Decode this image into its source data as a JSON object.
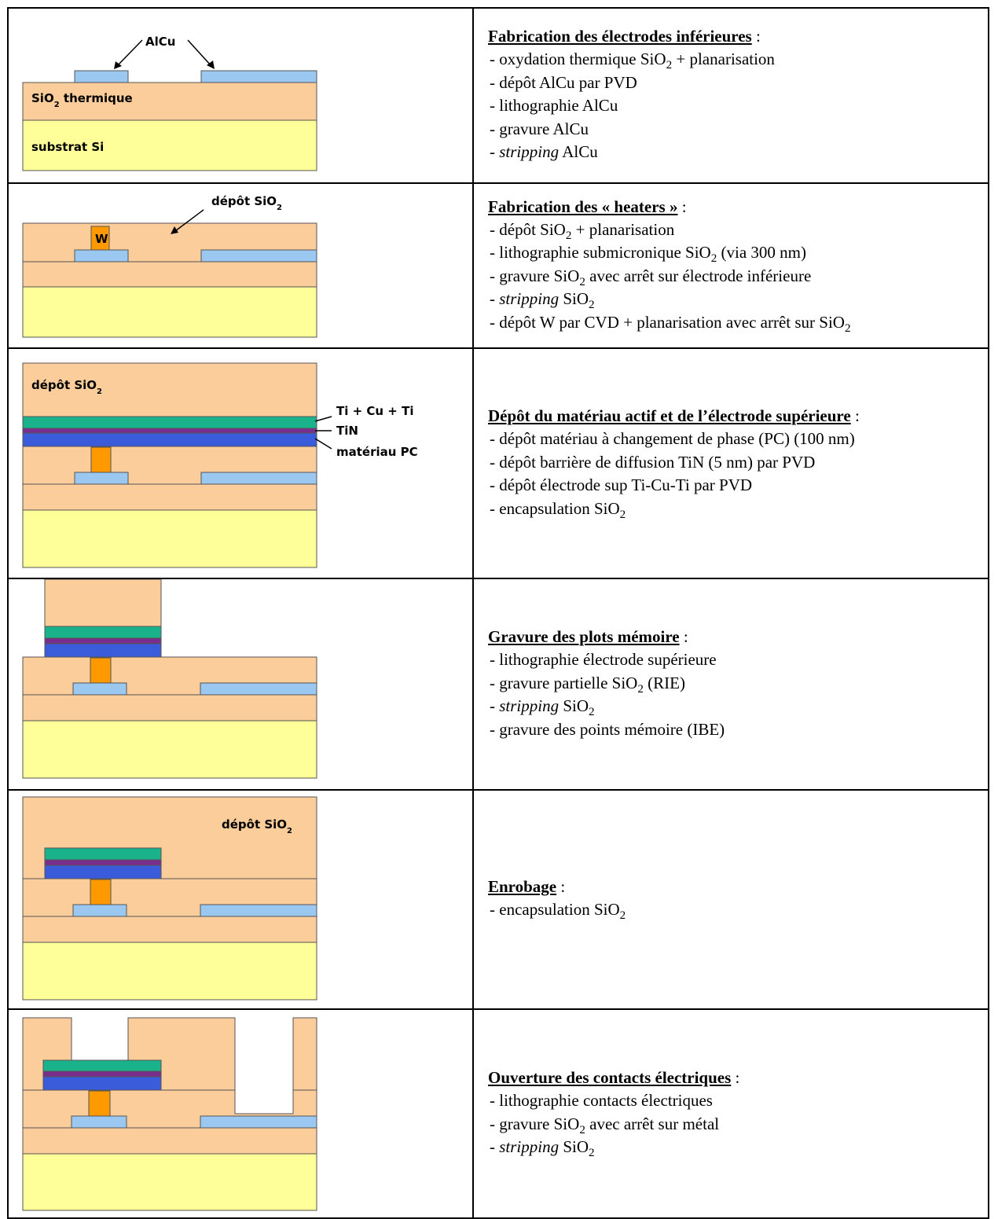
{
  "steps": [
    {
      "title": "Fabrication des électrodes inférieures",
      "lines": [
        "- oxydation thermique SiO₂ + planarisation",
        "- dépôt AlCu par PVD",
        "- lithographie AlCu",
        "- gravure AlCu",
        "- stripping AlCu"
      ],
      "labels": {
        "alcu": "AlCu",
        "sio2_thermique": "SiO₂ thermique",
        "substrat": "substrat Si"
      }
    },
    {
      "title": "Fabrication des « heaters »",
      "lines": [
        "- dépôt SiO₂ + planarisation",
        "- lithographie submicronique SiO₂ (via 300 nm)",
        "- gravure SiO₂ avec arrêt sur électrode inférieure",
        "- stripping SiO₂",
        "- dépôt W par CVD + planarisation avec arrêt sur SiO₂"
      ],
      "labels": {
        "w": "W",
        "depot_sio2": "dépôt SiO₂"
      }
    },
    {
      "title": "Dépôt du matériau actif et de l’électrode supérieure",
      "lines": [
        "- dépôt matériau à changement de phase (PC) (100 nm)",
        "- dépôt barrière de diffusion TiN (5 nm) par PVD",
        "- dépôt électrode sup Ti-Cu-Ti par PVD",
        "- encapsulation SiO₂"
      ],
      "labels": {
        "depot_sio2": "dépôt SiO₂",
        "ticuti": "Ti + Cu + Ti",
        "tin": "TiN",
        "pc": "matériau PC"
      }
    },
    {
      "title": "Gravure des plots mémoire",
      "lines": [
        "- lithographie électrode supérieure",
        "- gravure partielle SiO₂ (RIE)",
        "- stripping SiO₂",
        "- gravure des points mémoire (IBE)"
      ]
    },
    {
      "title": "Enrobage",
      "lines": [
        "- encapsulation SiO₂"
      ],
      "labels": {
        "depot_sio2": "dépôt SiO₂"
      }
    },
    {
      "title": "Ouverture des contacts électriques",
      "lines": [
        "- lithographie contacts électriques",
        "- gravure SiO₂ avec arrêt sur métal",
        "- stripping SiO₂"
      ]
    }
  ],
  "colors": {
    "oxide": "#FACD9B",
    "substrate": "#FFFF99",
    "alcu": "#9BC8F0",
    "tungsten": "#FF9900",
    "ticuti": "#1AB28A",
    "tin": "#7A2E8C",
    "pc": "#3A5CDB",
    "outline": "#555555"
  }
}
